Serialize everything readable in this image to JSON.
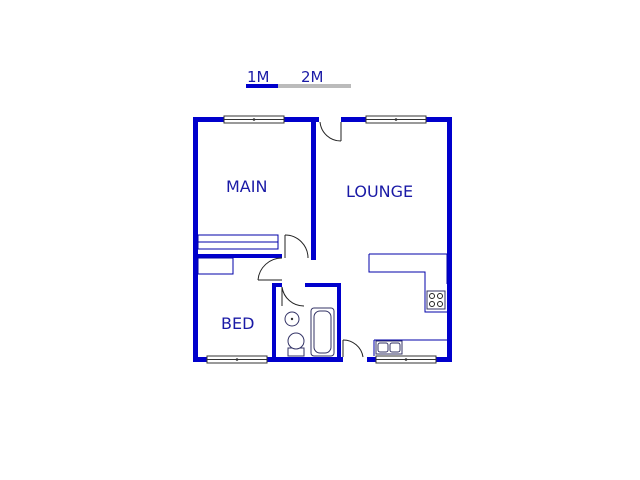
{
  "scale": {
    "labels": [
      "1M",
      "2M"
    ],
    "colors": {
      "first": "#0000cc",
      "second": "#bbbbbb"
    }
  },
  "rooms": [
    {
      "id": "main",
      "label": "MAIN"
    },
    {
      "id": "lounge",
      "label": "LOUNGE"
    },
    {
      "id": "bed",
      "label": "BED"
    }
  ],
  "colors": {
    "wall": "#0000cc",
    "label": "#1a1aa6"
  }
}
